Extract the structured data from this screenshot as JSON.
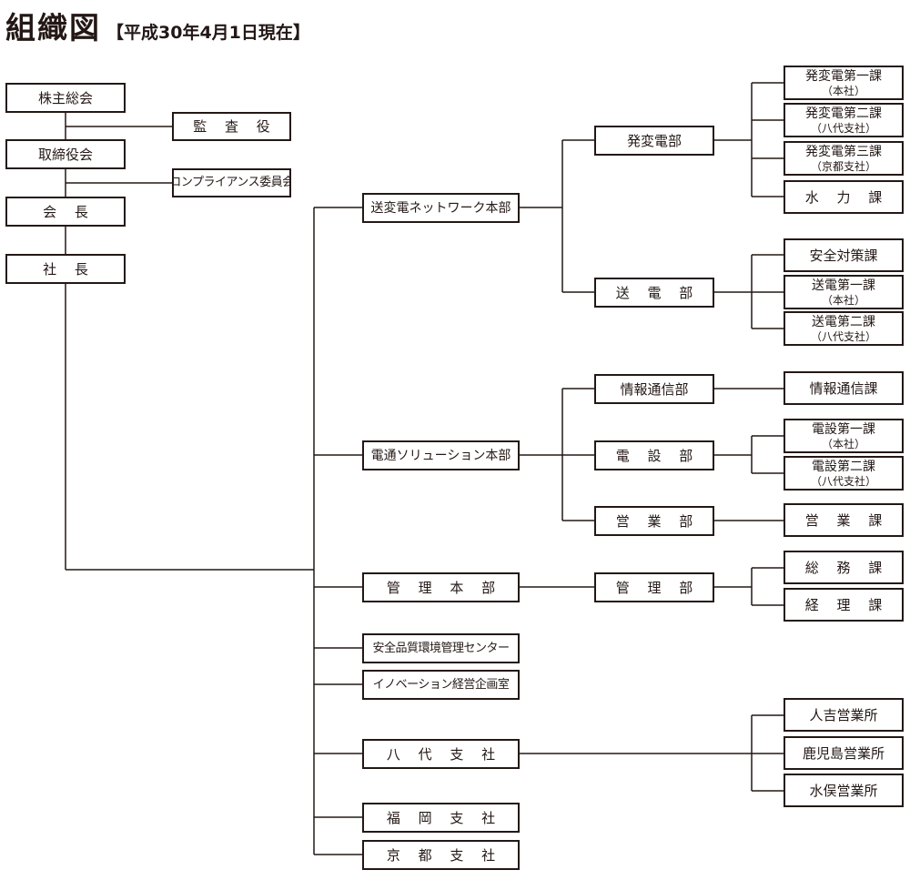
{
  "title": {
    "main": "組織図",
    "sub": "【平成30年4月1日現在】"
  },
  "boxes": {
    "shareholders": "株主総会",
    "auditor": "監 査 役",
    "board": "取締役会",
    "compliance": "コンプライアンス委員会",
    "chairman": "会 長",
    "president": "社 長",
    "hq_transmission": "送変電ネットワーク本部",
    "hq_telecom": "電通ソリューション本部",
    "hq_admin": "管 理 本 部",
    "center_safety": "安全品質環境管理センター",
    "office_innovation": "イノベーション経営企画室",
    "branch_yatsushiro": "八 代 支 社",
    "branch_fukuoka": "福 岡 支 社",
    "branch_kyoto": "京 都 支 社",
    "dept_substation": "発変電部",
    "dept_transmission": "送 電 部",
    "dept_infocomm": "情報通信部",
    "dept_electrical": "電 設 部",
    "dept_sales": "営 業 部",
    "dept_admin": "管 理 部",
    "sec_substation1": {
      "name": "発変電第一課",
      "sub": "（本社）"
    },
    "sec_substation2": {
      "name": "発変電第二課",
      "sub": "（八代支社）"
    },
    "sec_substation3": {
      "name": "発変電第三課",
      "sub": "（京都支社）"
    },
    "sec_hydro": "水 力 課",
    "sec_safety": "安全対策課",
    "sec_transmission1": {
      "name": "送電第一課",
      "sub": "（本社）"
    },
    "sec_transmission2": {
      "name": "送電第二課",
      "sub": "（八代支社）"
    },
    "sec_infocomm": "情報通信課",
    "sec_electrical1": {
      "name": "電設第一課",
      "sub": "（本社）"
    },
    "sec_electrical2": {
      "name": "電設第二課",
      "sub": "（八代支社）"
    },
    "sec_sales": "営 業 課",
    "sec_general": "総 務 課",
    "sec_accounting": "経 理 課",
    "office_hitoyoshi": "人吉営業所",
    "office_kagoshima": "鹿児島営業所",
    "office_minamata": "水俣営業所"
  }
}
